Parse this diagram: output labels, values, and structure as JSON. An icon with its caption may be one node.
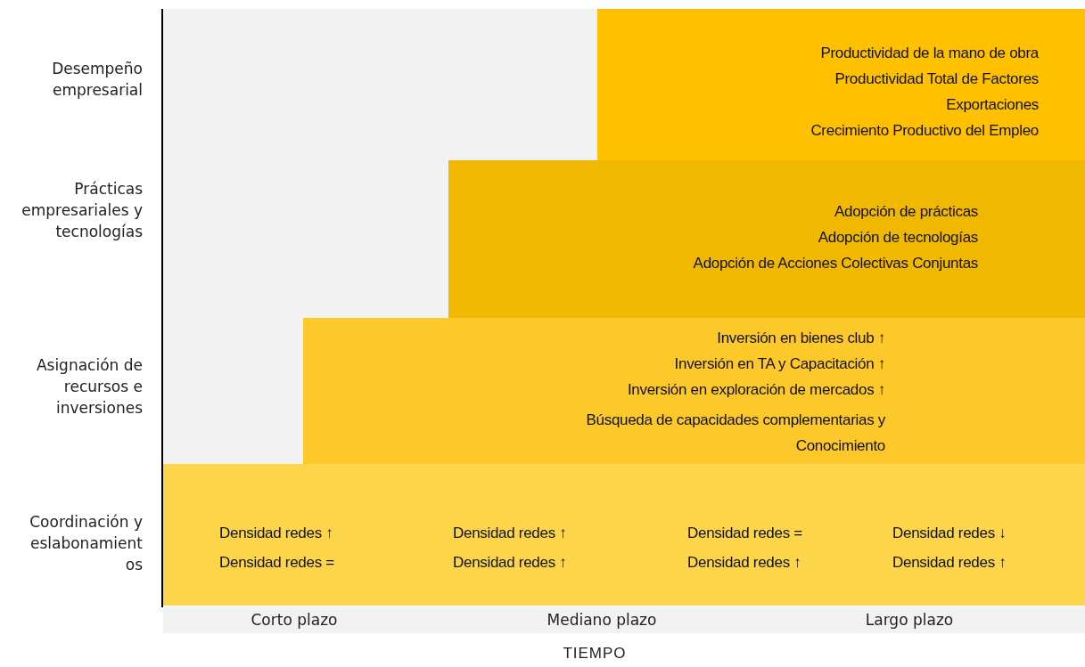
{
  "diagram": {
    "nodes": [
      {
        "text": [
          "Productividad de la mano de obra",
          "Productividad Total de Factores",
          "Exportaciones",
          "Crecimiento Productivo del Empleo"
        ]
      },
      {
        "text": [
          "Adopción de prácticas",
          "Adopción de tecnologías",
          "Adopción de Acciones Colectivas Conjuntas"
        ]
      },
      {
        "text": [
          "Inversión en bienes club ↑",
          "Inversión en TA y Capacitación ↑",
          "Inversión en exploración de mercados ↑",
          "Búsqueda de capacidades complementarias y Conocimiento"
        ]
      },
      {
        "text": [
          "Densidad redes ↑",
          "Densidad redes ↑",
          "Densidad redes =",
          "Densidad redes ↓",
          "Densidad redes =",
          "Densidad redes ↑",
          "Densidad redes ↑",
          "Densidad redes ↑"
        ]
      }
    ],
    "edges": [],
    "labels": [
      "Desempeño empresarial",
      "Prácticas empresariales y tecnologías",
      "Asignación de recursos e inversiones",
      "Coordinación y eslabonamientos",
      "Corto plazo",
      "Mediano plazo",
      "Largo plazo",
      "TIEMPO"
    ]
  }
}
